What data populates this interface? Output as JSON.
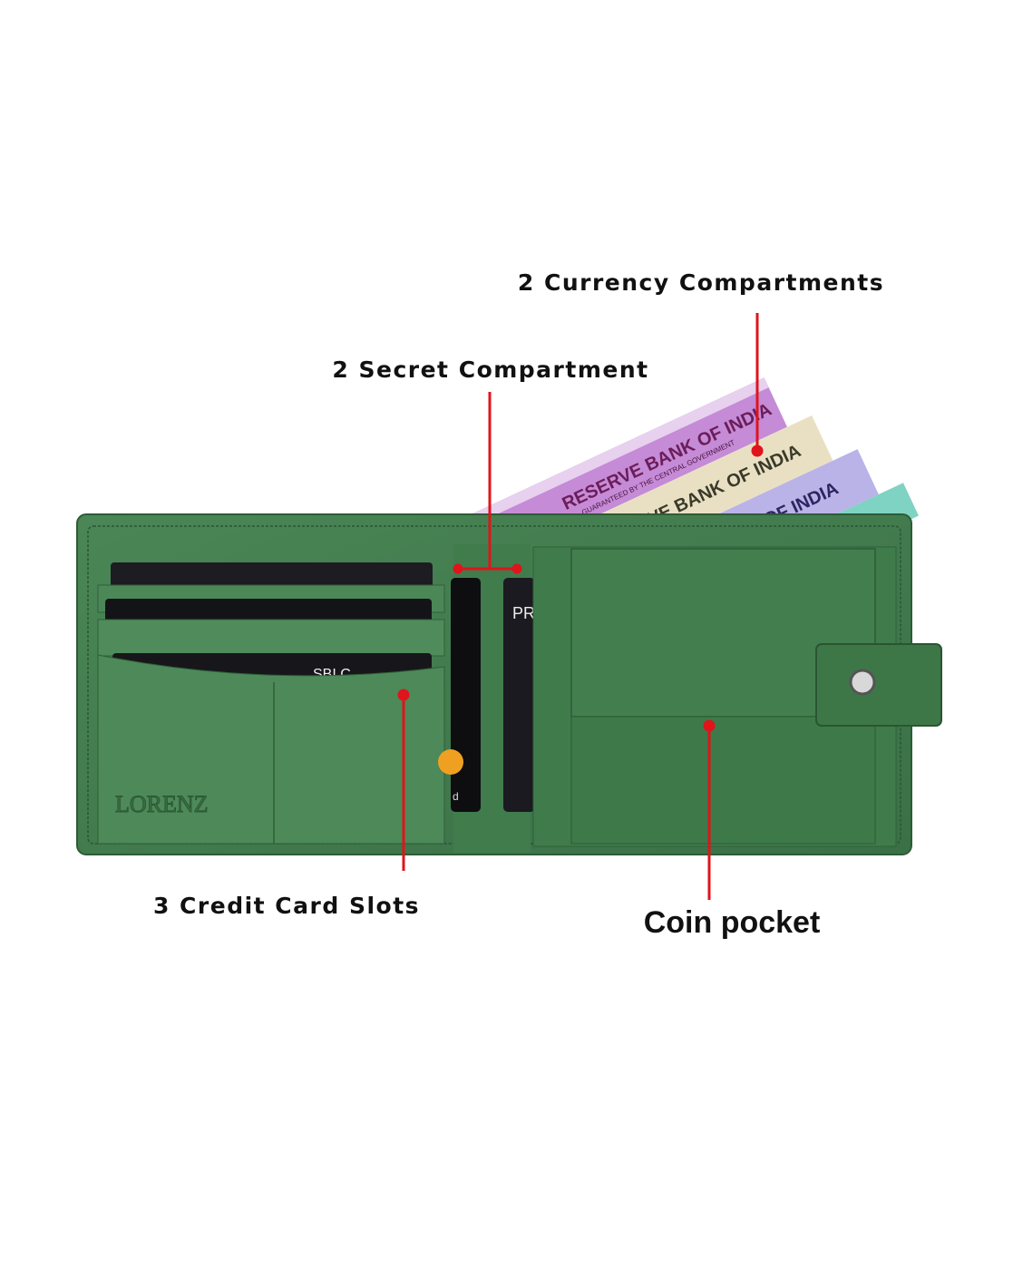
{
  "labels": {
    "currency": "2 Currency Compartments",
    "secret": "2 Secret Compartment",
    "cards": "3 Credit Card Slots",
    "coin": "Coin pocket"
  },
  "product": {
    "brand_emboss": "LORENZ",
    "note_text": "RESERVE BANK OF INDIA",
    "note_subtext": "GUARANTEED BY THE CENTRAL GOVERNMENT",
    "card_texts": [
      "SBI C",
      "PR",
      "d"
    ]
  },
  "colors": {
    "leather": "#3f7a4b",
    "leather_dark": "#2f6038",
    "annotation": "#e0141b"
  }
}
